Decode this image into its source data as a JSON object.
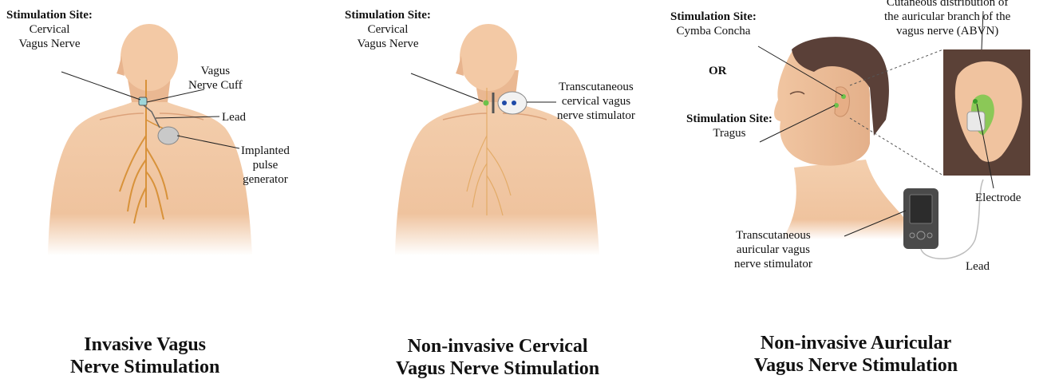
{
  "panels": [
    {
      "labels": {
        "site_heading": "Stimulation Site:",
        "site_line1": "Cervical",
        "site_line2": "Vagus Nerve",
        "cuff_line1": "Vagus",
        "cuff_line2": "Nerve Cuff",
        "lead": "Lead",
        "ipg_line1": "Implanted",
        "ipg_line2": "pulse",
        "ipg_line3": "generator"
      },
      "caption_line1": "Invasive Vagus",
      "caption_line2": "Nerve Stimulation"
    },
    {
      "labels": {
        "site_heading": "Stimulation Site:",
        "site_line1": "Cervical",
        "site_line2": "Vagus Nerve",
        "device_line1": "Transcutaneous",
        "device_line2": "cervical vagus",
        "device_line3": "nerve stimulator"
      },
      "caption_line1": "Non-invasive Cervical",
      "caption_line2": "Vagus Nerve Stimulation"
    },
    {
      "labels": {
        "site1_heading": "Stimulation Site:",
        "site1_value": "Cymba Concha",
        "or": "OR",
        "site2_heading": "Stimulation Site:",
        "site2_value": "Tragus",
        "abvn_line1": "Cutaneous distribution of",
        "abvn_line2": "the auricular branch of the",
        "abvn_line3": "vagus nerve (ABVN)",
        "electrode": "Electrode",
        "device_line1": "Transcutaneous",
        "device_line2": "auricular vagus",
        "device_line3": "nerve stimulator",
        "lead": "Lead"
      },
      "caption_line1": "Non-invasive Auricular",
      "caption_line2": "Vagus Nerve Stimulation"
    }
  ],
  "colors": {
    "skin": "#f2c9a6",
    "skin_shadow": "#e2ad86",
    "nerve": "#d8923a",
    "hair": "#5a4038",
    "site_marker": "#6cc24a",
    "device": "#4a4a4a"
  }
}
